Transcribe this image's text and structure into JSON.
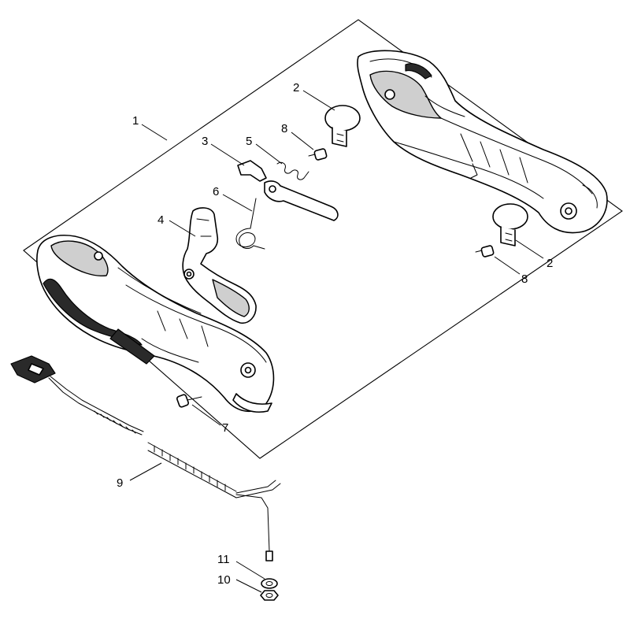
{
  "callouts": {
    "c1": "1",
    "c2a": "2",
    "c2b": "2",
    "c3": "3",
    "c4": "4",
    "c5": "5",
    "c6": "6",
    "c7": "7",
    "c8a": "8",
    "c8b": "8",
    "c9": "9",
    "c10": "10",
    "c11": "11"
  }
}
